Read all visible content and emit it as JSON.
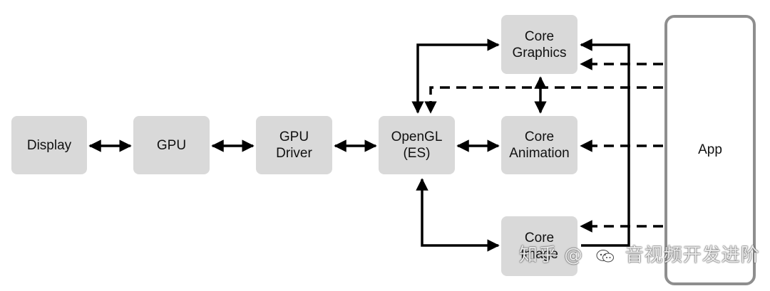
{
  "diagram": {
    "nodes": {
      "display": "Display",
      "gpu": "GPU",
      "gpu_driver": "GPU\nDriver",
      "opengl": "OpenGL\n(ES)",
      "core_graphics": "Core\nGraphics",
      "core_animation": "Core\nAnimation",
      "core_image": "Core\nImage",
      "app": "App"
    },
    "colors": {
      "box_fill": "#d9d9d9",
      "app_border": "#8e8e8e",
      "arrow": "#000000"
    }
  },
  "watermark": {
    "prefix": "知乎 @",
    "name": "音视频开发进阶",
    "logo_icon": "wechat-icon"
  }
}
